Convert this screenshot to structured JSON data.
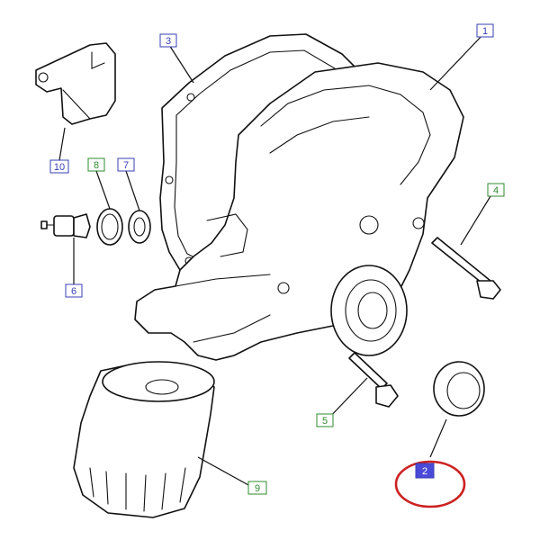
{
  "callouts": [
    {
      "id": "1",
      "label": "1",
      "color": "#3a3fb5",
      "fill": "#ffffff"
    },
    {
      "id": "2",
      "label": "2",
      "color": "#3a3fb5",
      "fill": "#4a4ad8",
      "highlighted": true
    },
    {
      "id": "3",
      "label": "3",
      "color": "#3a3fb5",
      "fill": "#ffffff"
    },
    {
      "id": "4",
      "label": "4",
      "color": "#2e8b2e",
      "fill": "#ffffff"
    },
    {
      "id": "5",
      "label": "5",
      "color": "#2e8b2e",
      "fill": "#ffffff"
    },
    {
      "id": "6",
      "label": "6",
      "color": "#3a3fb5",
      "fill": "#ffffff"
    },
    {
      "id": "7",
      "label": "7",
      "color": "#3a3fb5",
      "fill": "#ffffff"
    },
    {
      "id": "8",
      "label": "8",
      "color": "#2e8b2e",
      "fill": "#ffffff"
    },
    {
      "id": "9",
      "label": "9",
      "color": "#2e8b2e",
      "fill": "#ffffff"
    },
    {
      "id": "10",
      "label": "10",
      "color": "#3a3fb5",
      "fill": "#ffffff"
    }
  ],
  "highlight": {
    "target": "2",
    "color": "#cc2222"
  }
}
